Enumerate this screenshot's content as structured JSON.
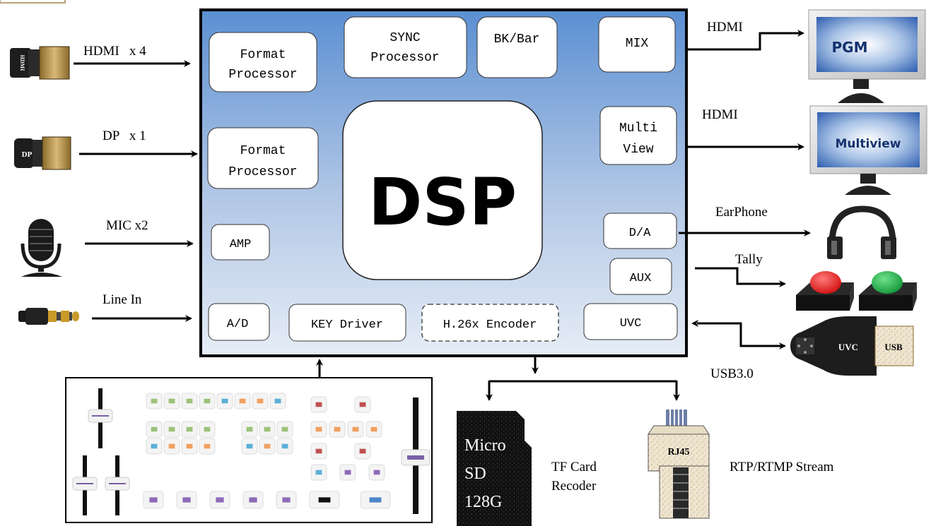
{
  "inputs": {
    "hdmi": "HDMI   x 4",
    "dp": "DP   x 1",
    "mic": "MIC x2",
    "line_in": "Line In",
    "hdmi_connector_label": "HDMI",
    "dp_connector_label": "DP"
  },
  "dsp": {
    "title": "DSP",
    "blocks": {
      "format_processor_1": [
        "Format",
        "Processor"
      ],
      "format_processor_2": [
        "Format",
        "Processor"
      ],
      "sync_processor": [
        "SYNC",
        "Processor"
      ],
      "bk_bar": "BK/Bar",
      "mix": "MIX",
      "multi_view": [
        "Multi",
        "View"
      ],
      "amp": "AMP",
      "d_a": "D/A",
      "aux": "AUX",
      "a_d": "A/D",
      "key_driver": "KEY Driver",
      "h26x_encoder": "H.26x Encoder",
      "uvc": "UVC"
    }
  },
  "outputs": {
    "hdmi_pgm": "HDMI",
    "hdmi_multiview": "HDMI",
    "earphone": "EarPhone",
    "tally": "Tally",
    "usb30": "USB3.0",
    "pgm_screen": "PGM",
    "multiview_screen": "Multiview",
    "uvc_plug": "UVC",
    "usb_plug": "USB"
  },
  "storage": {
    "micro_sd_lines": [
      "Micro",
      "SD",
      "128G"
    ],
    "tf_card_lines": [
      "TF Card",
      "Recoder"
    ],
    "rj45": "RJ45",
    "stream": "RTP/RTMP Stream"
  },
  "colors": {
    "dsp_gradient_top": "#5b8fd2",
    "dsp_gradient_bottom": "#e6edf6",
    "tally_red": "#e51b1b",
    "tally_green": "#1ea63c",
    "screen_blue": "#2f5fb0",
    "usb_gold": "#d9b977"
  }
}
